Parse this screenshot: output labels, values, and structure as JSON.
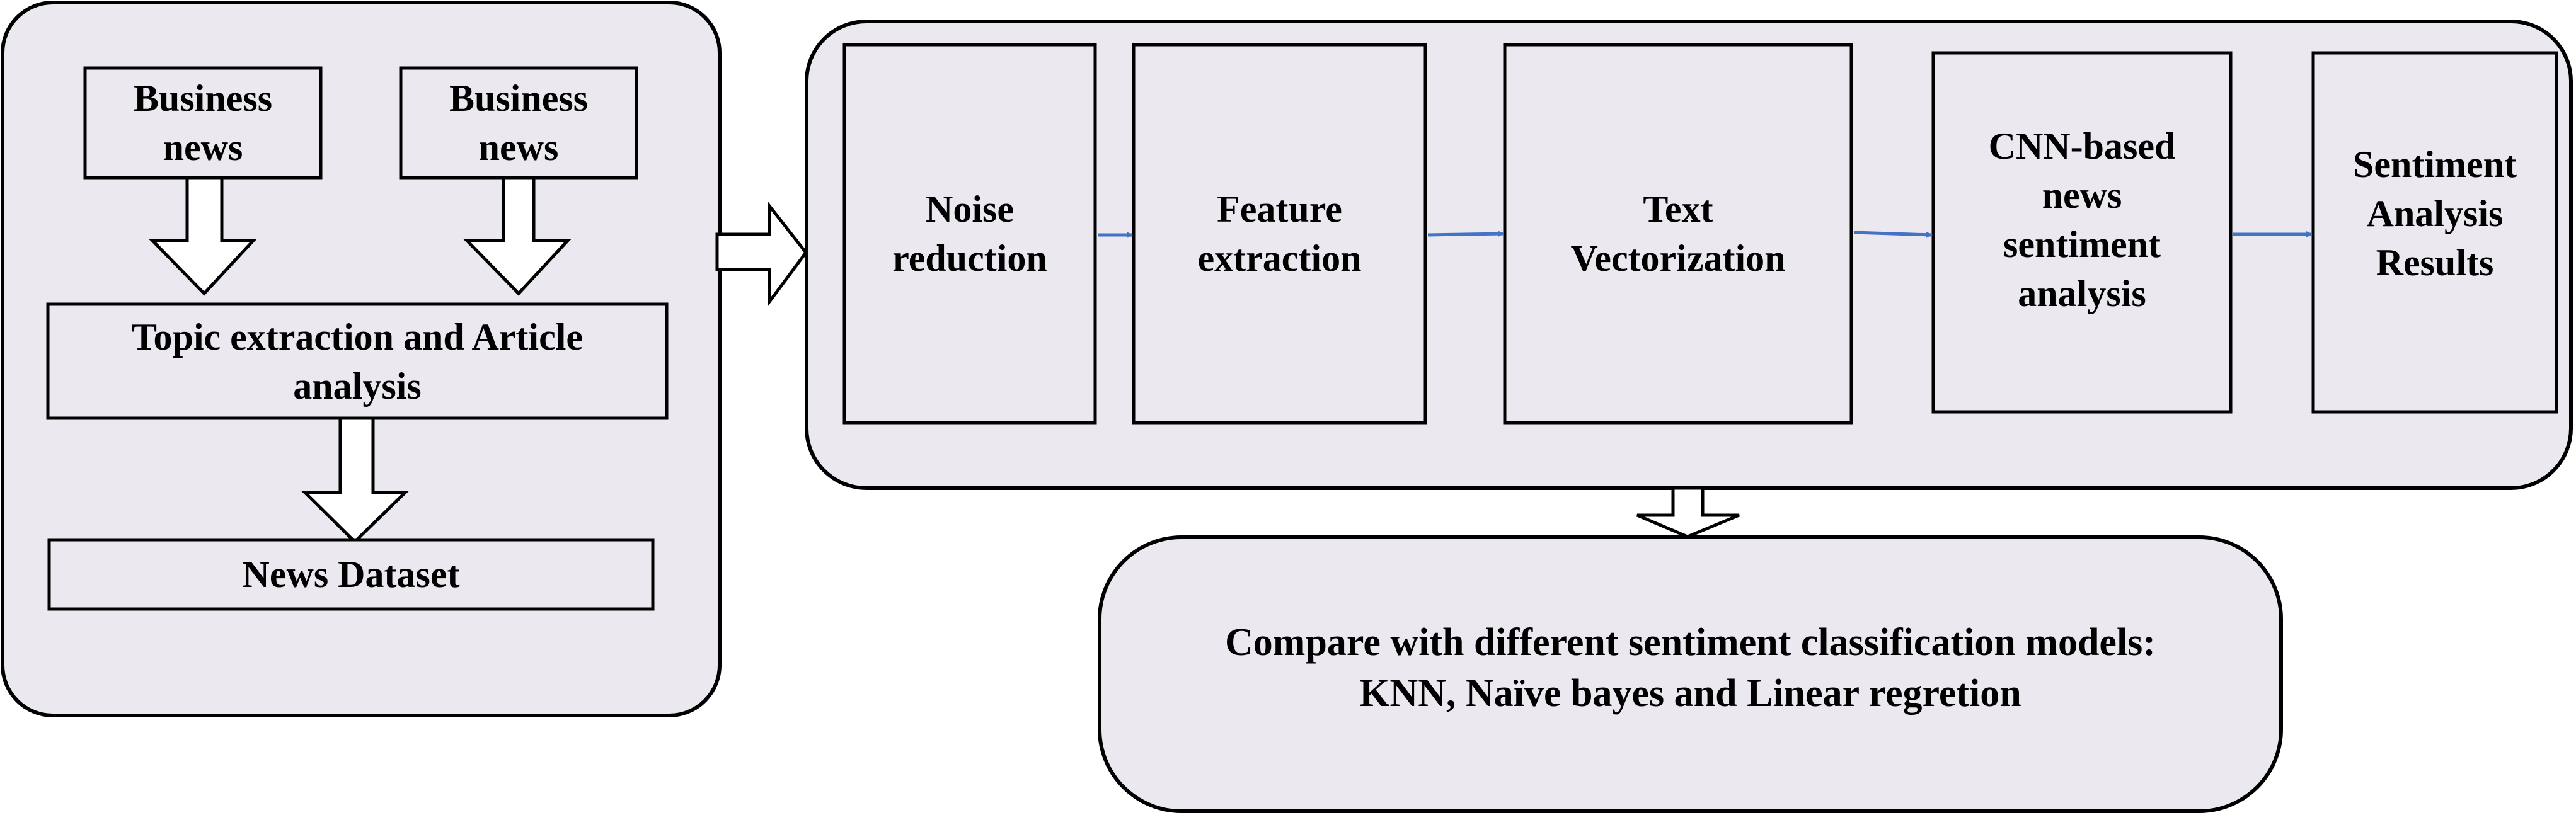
{
  "diagram": {
    "left_panel": {
      "source_1": "Business\nnews",
      "source_2": "Business\nnews",
      "topic_extraction": "Topic extraction and Article\nanalysis",
      "dataset": "News Dataset"
    },
    "pipeline": {
      "steps": [
        "Noise\nreduction",
        "Feature\nextraction",
        "Text\nVectorization",
        "CNN-based\nnews\nsentiment\nanalysis",
        "Sentiment\nAnalysis\nResults"
      ]
    },
    "comparison": {
      "text": "Compare with different sentiment classification models:\nKNN, Naïve bayes and Linear regretion"
    },
    "colors": {
      "panel_fill": "#ebe8ef",
      "stroke": "#000000",
      "flow_arrow": "#4472c4"
    }
  }
}
